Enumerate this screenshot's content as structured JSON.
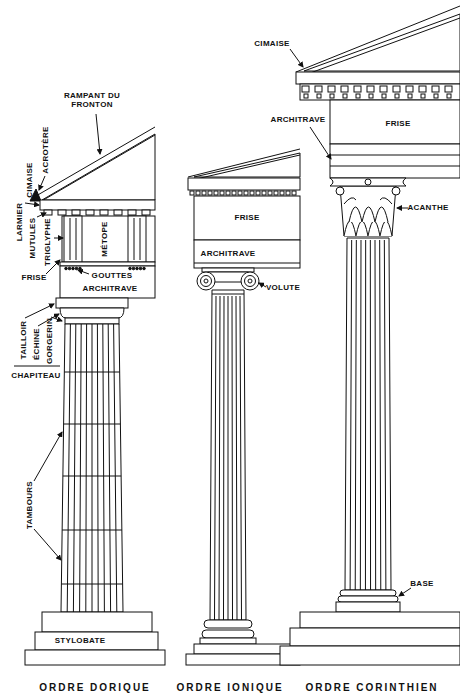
{
  "diagram": {
    "labels": [
      "CIMAISE",
      "ACROTÈRE",
      "RAMPANT DU FRONTON",
      "LARMIER",
      "MUTULES",
      "TRIGLYPHE",
      "MÉTOPE",
      "GOUTTES",
      "FRISE",
      "ARCHITRAVE",
      "TAILLOIR",
      "ÉCHINE",
      "GORGERIN",
      "CHAPITEAU",
      "TAMBOURS",
      "STYLOBATE",
      "ORDRE DORIQUE",
      "FRISE",
      "ARCHITRAVE",
      "VOLUTE",
      "ORDRE IONIQUE",
      "CIMAISE",
      "ARCHITRAVE",
      "FRISE",
      "ACANTHE",
      "BASE",
      "ORDRE CORINTHIEN"
    ]
  }
}
